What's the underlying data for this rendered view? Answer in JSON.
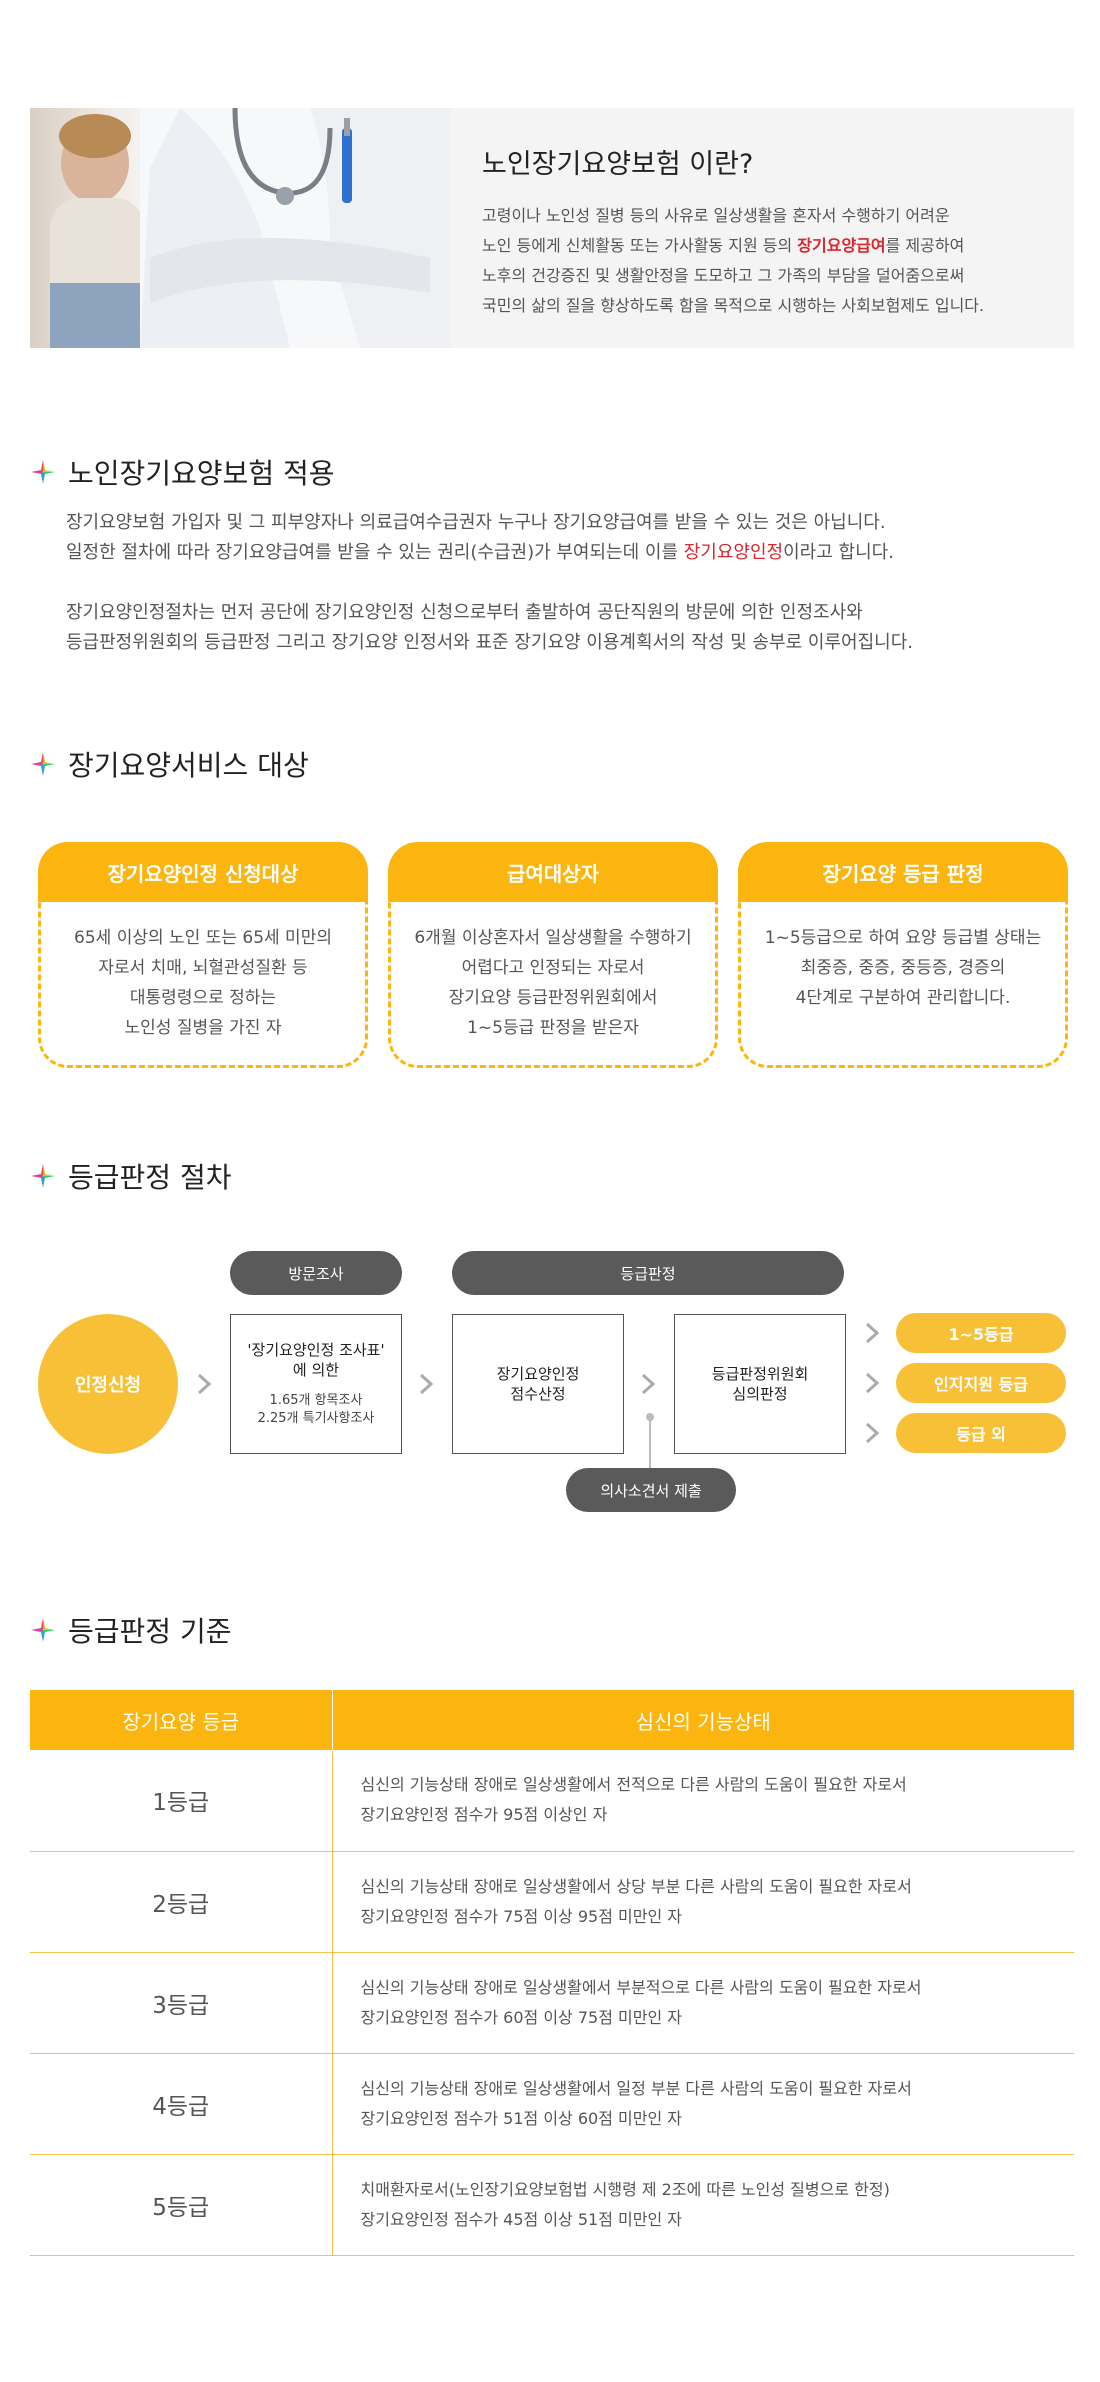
{
  "intro": {
    "title": "노인장기요양보험 이란?",
    "line1": "고령이나 노인성 질병 등의 사유로 일상생활을 혼자서 수행하기 어려운",
    "line2_pre": "노인 등에게 신체활동 또는 가사활동 지원 등의 ",
    "line2_hl": "장기요양급여",
    "line2_post": "를 제공하여",
    "line3": "노후의 건강증진 및 생활안정을 도모하고 그 가족의 부담을 덜어줌으로써",
    "line4": "국민의 삶의 질을 향상하도록 함을 목적으로 시행하는 사회보험제도 입니다."
  },
  "section_apply": {
    "title": "노인장기요양보험 적용",
    "p1_line1": "장기요양보험 가입자 및 그 피부양자나 의료급여수급권자 누구나 장기요양급여를 받을 수 있는 것은 아닙니다.",
    "p1_line2_pre": "일정한 절차에 따라 장기요양급여를 받을 수 있는 권리(수급권)가 부여되는데 이를 ",
    "p1_line2_hl": "장기요양인정",
    "p1_line2_post": "이라고 합니다.",
    "p2_line1": "장기요양인정절차는 먼저 공단에 장기요양인정 신청으로부터 출발하여 공단직원의 방문에 의한 인정조사와",
    "p2_line2": "등급판정위원회의 등급판정 그리고 장기요양 인정서와 표준 장기요양 이용계획서의 작성 및 송부로 이루어집니다."
  },
  "section_target": {
    "title": "장기요양서비스 대상",
    "cards": [
      {
        "title": "장기요양인정 신청대상",
        "lines": [
          "65세 이상의 노인 또는 65세 미만의",
          "자로서 치매, 뇌혈관성질환 등",
          "대통령령으로 정하는",
          "노인성 질병을 가진 자"
        ]
      },
      {
        "title": "급여대상자",
        "lines": [
          "6개월 이상혼자서 일상생활을 수행하기",
          "어렵다고 인정되는 자로서",
          "장기요양 등급판정위원회에서",
          "1~5등급 판정을 받은자"
        ]
      },
      {
        "title": "장기요양 등급 판정",
        "lines": [
          "1~5등급으로 하여 요양 등급별 상태는",
          "최중증, 중증, 중등증, 경증의",
          "4단계로 구분하여 관리합니다."
        ]
      }
    ]
  },
  "section_procedure": {
    "title": "등급판정 절차",
    "label_visit": "방문조사",
    "label_decision": "등급판정",
    "start": "인정신청",
    "box1_title_1": "'장기요양인정 조사표'",
    "box1_title_2": "에 의한",
    "box1_sub_1": "1.65개 항목조사",
    "box1_sub_2": "2.25개 특기사항조사",
    "box2_1": "장기요양인정",
    "box2_2": "점수산정",
    "box3_1": "등급판정위원회",
    "box3_2": "심의판정",
    "doctor": "의사소견서 제출",
    "results": [
      "1~5등급",
      "인지지원 등급",
      "등급 외"
    ]
  },
  "section_criteria": {
    "title": "등급판정 기준",
    "col_grade": "장기요양 등급",
    "col_state": "심신의 기능상태",
    "rows": [
      {
        "grade": "1등급",
        "l1": "심신의 기능상태 장애로 일상생활에서 전적으로 다른 사람의 도움이 필요한 자로서",
        "l2": "장기요양인정 점수가 95점 이상인 자"
      },
      {
        "grade": "2등급",
        "l1": "심신의 기능상태 장애로 일상생활에서 상당 부분 다른 사람의 도움이 필요한 자로서",
        "l2": "장기요양인정 점수가 75점 이상 95점 미만인 자"
      },
      {
        "grade": "3등급",
        "l1": "심신의 기능상태 장애로 일상생활에서 부분적으로 다른 사람의 도움이 필요한 자로서",
        "l2": "장기요양인정 점수가 60점 이상 75점 미만인 자"
      },
      {
        "grade": "4등급",
        "l1": "심신의 기능상태 장애로 일상생활에서 일정 부분 다른 사람의 도움이 필요한 자로서",
        "l2": "장기요양인정 점수가 51점 이상 60점 미만인 자"
      },
      {
        "grade": "5등급",
        "l1": "치매환자로서(노인장기요양보험법 시행령 제 2조에 따른 노인성 질병으로 한정)",
        "l2": "장기요양인정 점수가 45점 이상 51점 미만인 자"
      }
    ]
  },
  "colors": {
    "accent": "#fbb50e",
    "highlight": "#d7262d",
    "dark_pill": "#5a5a5a"
  },
  "icons": {
    "section_icon": "colorful-star-icon",
    "step_arrow": "chevron-right-icon"
  }
}
